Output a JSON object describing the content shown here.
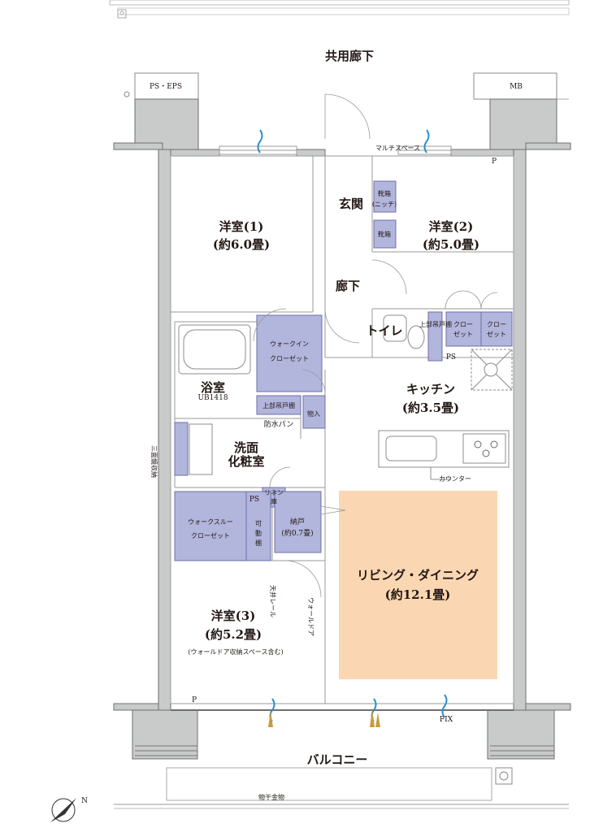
{
  "labels": {
    "corridor_common": "共用廊下",
    "ps_eps": "PS・EPS",
    "mb": "MB",
    "multi_space": "マルチスペース",
    "genkan": "玄関",
    "shoe_niche_1": "靴箱",
    "shoe_niche_2": "(ニッチ)",
    "shoe_box": "靴箱",
    "room1_name": "洋室(1)",
    "room1_size": "(約6.0畳)",
    "room2_name": "洋室(2)",
    "room2_size": "(約5.0畳)",
    "hallway": "廊下",
    "toilet": "トイレ",
    "upper_cabinet_1": "上部吊戸棚",
    "closet_a_1": "クロー",
    "closet_a_2": "ゼット",
    "closet_b_1": "クロー",
    "closet_b_2": "ゼット",
    "ps_1": "PS",
    "p_1": "P",
    "walkin_1": "ウォークイン",
    "walkin_2": "クローゼット",
    "bath": "浴室",
    "bath_ub": "UB1418",
    "upper_cabinet_2": "上部吊戸棚",
    "waterproof_pan": "防水パン",
    "storage": "物入",
    "kitchen_name": "キッチン",
    "kitchen_size": "(約3.5畳)",
    "mirror": "三面鏡収納",
    "wash_1": "洗面",
    "wash_2": "化粧室",
    "counter": "カウンター",
    "ps_2": "PS",
    "linen_1": "リネン",
    "linen_2": "庫",
    "walkthrough_1": "ウォークスルー",
    "walkthrough_2": "クローゼット",
    "movable_1": "可",
    "movable_2": "動",
    "movable_3": "棚",
    "nando_1": "納戸",
    "nando_2": "(約0.7畳)",
    "living_name": "リビング・ダイニング",
    "living_size": "(約12.1畳)",
    "ceiling_rail": "天井レール",
    "wall_door": "ウォールドア",
    "room3_name": "洋室(3)",
    "room3_size": "(約5.2畳)",
    "room3_note": "(ウォールドア収納スペース含む)",
    "p_2": "P",
    "fix": "FIX",
    "balcony": "バルコニー",
    "laundry_hardware": "物干金物",
    "north": "N"
  },
  "colors": {
    "storage_fill": "#b2b5dc",
    "living_fill": "#fad7b2",
    "wall_fill": "#c9caca",
    "ac_icon": "#2a8fc8",
    "plant": "#c89a3c"
  }
}
